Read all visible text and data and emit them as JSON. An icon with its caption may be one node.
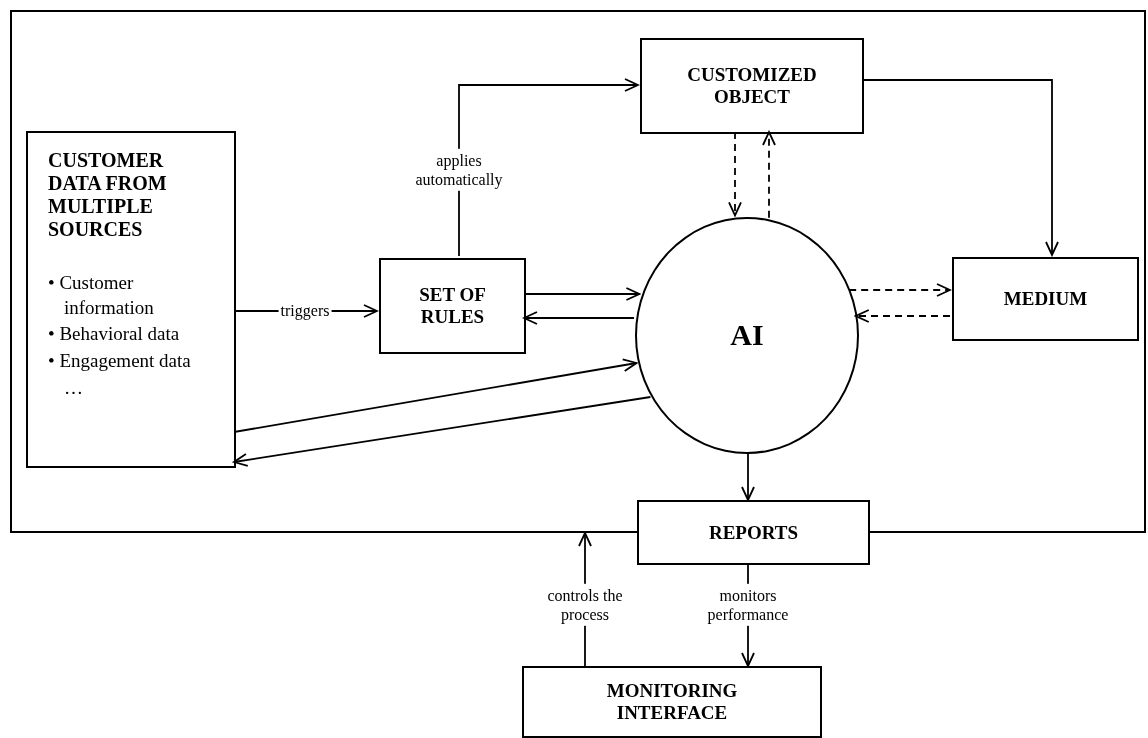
{
  "diagram": {
    "nodes": [
      {
        "text": [],
        "shape": "box"
      },
      {
        "text": [
          "CUSTOMER DATA FROM MULTIPLE SOURCES",
          "• Customer information",
          "• Behavioral data",
          "• Engagement data",
          "…"
        ],
        "in": 0
      },
      {
        "text": [
          "SET OF RULES"
        ],
        "in": 0
      },
      {
        "text": [
          "CUSTOMIZED OBJECT"
        ],
        "in": 0
      },
      {
        "text": [
          "AI"
        ],
        "in": 0
      },
      {
        "text": [
          "MEDIUM"
        ],
        "in": 0
      },
      {
        "text": [
          "REPORTS"
        ]
      },
      {
        "text": [
          "MONITORING INTERFACE"
        ]
      }
    ],
    "edges": [
      {
        "from": 1,
        "to": 2,
        "arrow": "to",
        "label": "triggers"
      },
      {
        "from": 2,
        "to": 3,
        "arrow": "to",
        "label": "applies automatically"
      },
      {
        "from": 2,
        "to": 4,
        "arrow": "to"
      },
      {
        "from": 4,
        "to": 2,
        "arrow": "to"
      },
      {
        "from": 1,
        "to": 4,
        "arrow": "to"
      },
      {
        "from": 4,
        "to": 1,
        "arrow": "to"
      },
      {
        "from": 3,
        "to": 4,
        "arrow": "to",
        "style": "dashed"
      },
      {
        "from": 4,
        "to": 3,
        "arrow": "to",
        "style": "dashed"
      },
      {
        "from": 3,
        "to": 5,
        "arrow": "to"
      },
      {
        "from": 4,
        "to": 5,
        "arrow": "to",
        "style": "dashed"
      },
      {
        "from": 5,
        "to": 4,
        "arrow": "to",
        "style": "dashed"
      },
      {
        "from": 4,
        "to": 6,
        "arrow": "to"
      },
      {
        "from": 7,
        "to": 0,
        "arrow": "to",
        "label": "controls the process"
      },
      {
        "from": 6,
        "to": 7,
        "arrow": "to",
        "label": "monitors performance"
      }
    ]
  }
}
